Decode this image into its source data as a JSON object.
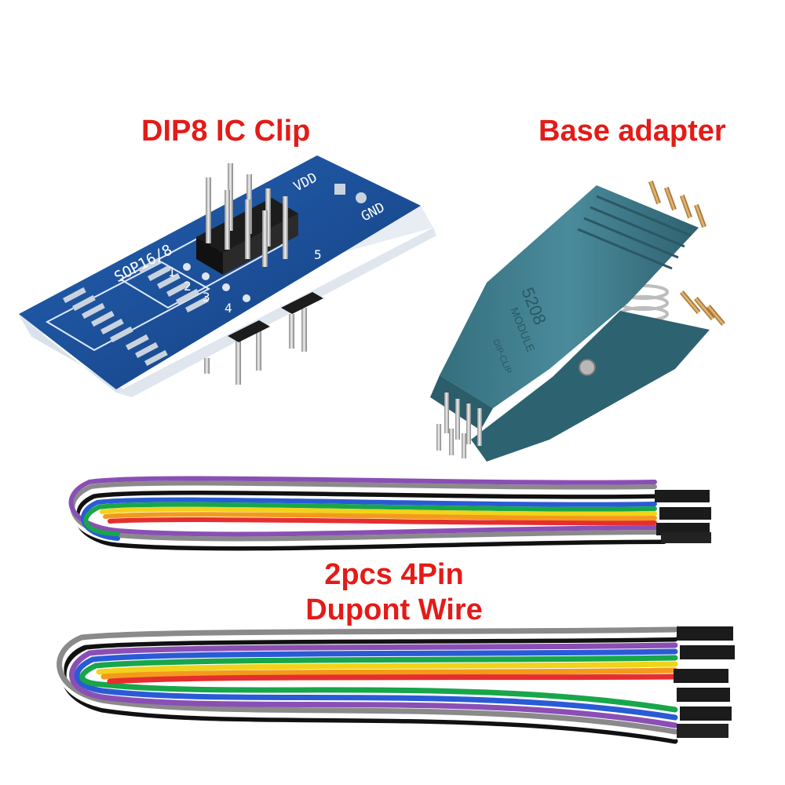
{
  "labels": {
    "clip": "DIP8 IC Clip",
    "adapter": "Base adapter",
    "wire_line1": "2pcs 4Pin",
    "wire_line2": "Dupont Wire"
  },
  "board_silkscreen": {
    "vdd": "VDD",
    "gnd": "GND",
    "part": "SOP16/8",
    "pins": [
      "1",
      "2",
      "3",
      "4",
      "5"
    ]
  },
  "clip_markings": {
    "model": "5208",
    "module": "MODULE",
    "brand": "DIP-CLIP"
  },
  "colors": {
    "label_red": "#e41b17",
    "pcb_blue": "#1a4f96",
    "clip_teal": "#3f7f8f",
    "wire_colors": [
      "#8a4fb5",
      "#2a5bd6",
      "#18a64a",
      "#f2d21a",
      "#f39a1d",
      "#e62e2e",
      "#6a3a2a",
      "#111111",
      "#8a8a8a",
      "#ffffff"
    ]
  }
}
